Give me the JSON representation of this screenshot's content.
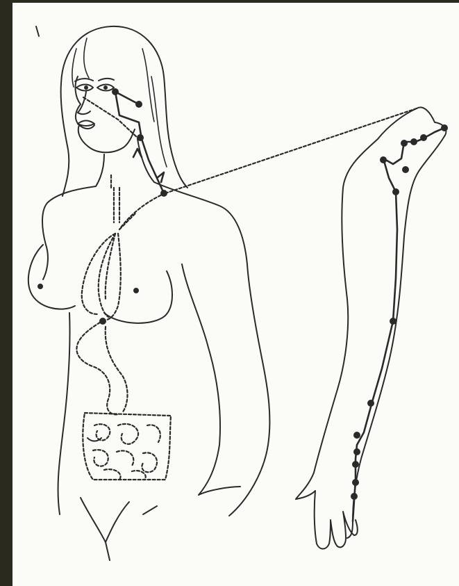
{
  "figure": {
    "background": "#fbfbf8",
    "frame_color": "#2b2a1f",
    "ink_color": "#2a2a2a",
    "subjects": [
      "female-torso",
      "left-arm"
    ],
    "meridian_style": {
      "external": "solid-with-points",
      "internal": "dashed"
    }
  }
}
